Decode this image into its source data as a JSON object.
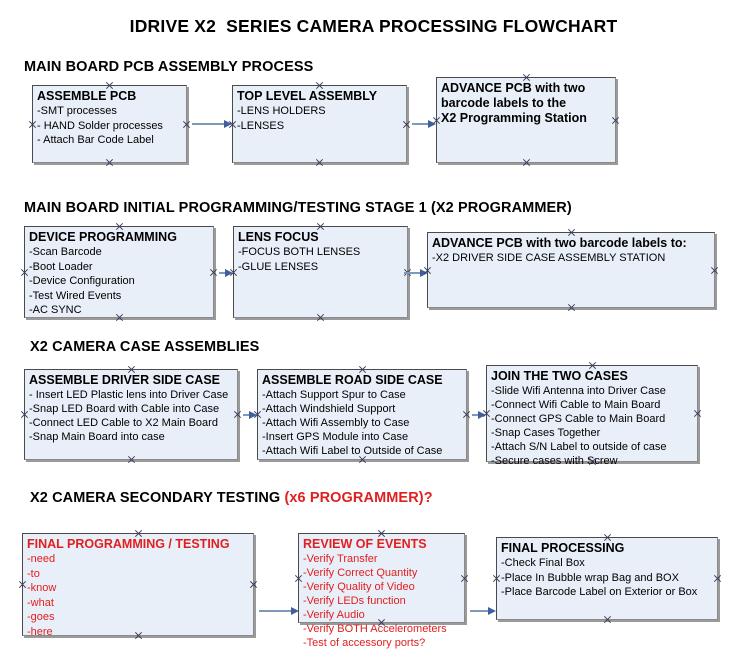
{
  "document": {
    "title": "IDRIVE X2  SERIES CAMERA PROCESSING FLOWCHART"
  },
  "sections": [
    {
      "id": "main-board-pcb-assembly",
      "title": "MAIN BOARD PCB ASSEMBLY PROCESS",
      "title_accent": ""
    },
    {
      "id": "main-board-initial-programming",
      "title": "MAIN BOARD INITIAL PROGRAMMING/TESTING STAGE 1 (X2 PROGRAMMER)",
      "title_accent": ""
    },
    {
      "id": "x2-camera-case-assemblies",
      "title": "X2 CAMERA CASE ASSEMBLIES",
      "title_accent": ""
    },
    {
      "id": "x2-camera-secondary-testing",
      "title": "X2 CAMERA SECONDARY TESTING ",
      "title_accent": "(x6 PROGRAMMER)?"
    }
  ],
  "nodes": {
    "assemble_pcb": {
      "title": "ASSEMBLE PCB",
      "items": [
        " -SMT processes",
        "- HAND Solder processes",
        "- Attach Bar Code Label"
      ]
    },
    "top_level_assembly": {
      "title": "TOP LEVEL ASSEMBLY",
      "items": [
        "-LENS HOLDERS",
        "-LENSES"
      ]
    },
    "advance_pcb_station": {
      "title": "ADVANCE PCB with two",
      "items": [
        "barcode labels to the",
        " X2 Programming Station"
      ]
    },
    "device_programming": {
      "title": "DEVICE PROGRAMMING",
      "items": [
        "-Scan Barcode",
        "-Boot Loader",
        "-Device Configuration",
        "-Test Wired Events",
        "-AC SYNC"
      ]
    },
    "lens_focus": {
      "title": "LENS FOCUS",
      "items": [
        "-FOCUS BOTH LENSES",
        "-GLUE LENSES"
      ]
    },
    "advance_pcb_driver_case": {
      "title": "ADVANCE PCB with two barcode labels to:",
      "items": [
        "-X2 DRIVER  SIDE  CASE  ASSEMBLY STATION"
      ]
    },
    "assemble_driver_side_case": {
      "title": "ASSEMBLE DRIVER SIDE CASE",
      "items": [
        "- Insert LED Plastic lens into Driver Case",
        "-Snap LED Board with Cable into Case",
        "-Connect LED Cable to X2 Main Board",
        "-Snap Main Board into case"
      ]
    },
    "assemble_road_side_case": {
      "title": "ASSEMBLE ROAD SIDE CASE",
      "items": [
        "-Attach Support Spur to Case",
        "-Attach Windshield Support",
        "-Attach Wifi Assembly to Case",
        "-Insert GPS Module into Case",
        "-Attach Wifi Label to Outside of Case"
      ]
    },
    "join_the_two_cases": {
      "title": "JOIN THE TWO CASES",
      "items": [
        "-Slide Wifi Antenna into Driver Case",
        "-Connect Wifi Cable to Main Board",
        "-Connect GPS Cable to Main Board",
        "-Snap Cases Together",
        "-Attach S/N Label to outside of case",
        "-Secure cases with Screw"
      ]
    },
    "final_programming_testing": {
      "title": "FINAL PROGRAMMING / TESTING",
      "items": [
        "-need",
        "-to",
        "-know",
        "-what",
        "-goes",
        "-here"
      ]
    },
    "review_of_events": {
      "title": "REVIEW OF EVENTS",
      "items": [
        "-Verify Transfer",
        "-Verify Correct Quantity",
        "-Verify Quality of Video",
        "-Verify LEDs function",
        "-Verify Audio",
        "-Verify BOTH Accelerometers",
        "-Test of accessory ports?"
      ]
    },
    "final_processing": {
      "title": "FINAL PROCESSING",
      "items": [
        " -Check Final Box",
        "-Place In Bubble wrap Bag and BOX",
        "-Place Barcode Label on Exterior or Box"
      ]
    }
  },
  "colors": {
    "node_fill": "#e9eff8",
    "node_border": "#4a4a4a",
    "arrow_shaft": "#7e9ab8",
    "arrow_head": "#3f5f9f",
    "accent_red": "#e02020",
    "text": "#000000"
  }
}
